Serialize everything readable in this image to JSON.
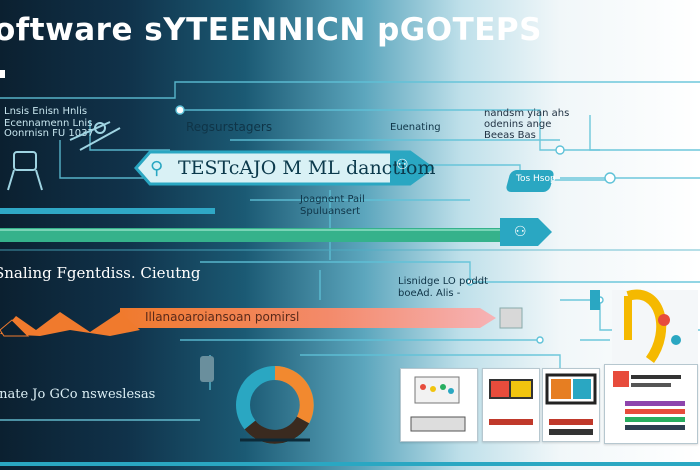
{
  "title": "oftware sYTEENNICN pGOTEPS",
  "labels": {
    "top_left_1": "Lnsis Enisn Hnlis",
    "top_left_2": "Ecennamenn Lnis",
    "top_left_3": "Oonrnisn FU 1037",
    "registers": "Regsurstagers",
    "evenacting": "Euenating",
    "top_right_1": "nandsm yian ahs",
    "top_right_2": "odenins ange",
    "top_right_3": "Beeas Bas",
    "banner": "TESTcAJO M ML danctiom",
    "red_badge": "Tos Hsop",
    "mid_1": "Joagnent Pail",
    "mid_2": "Spuluansert",
    "left_heading": "Snaling Fgentdiss. Cieutng",
    "mid_right_1": "Lisnidge LO poddt",
    "mid_right_2": "boeAd. Alis -",
    "orange_bar": "Illanaoaroiansoan pomirsl",
    "bottom_left": "Inate Jo GCo nsweslesas"
  },
  "colors": {
    "teal": "#2aa7c2",
    "green": "#2fa27a",
    "orange": "#ef8a3a",
    "pink": "#f28f93",
    "dark": "#0b2030"
  }
}
